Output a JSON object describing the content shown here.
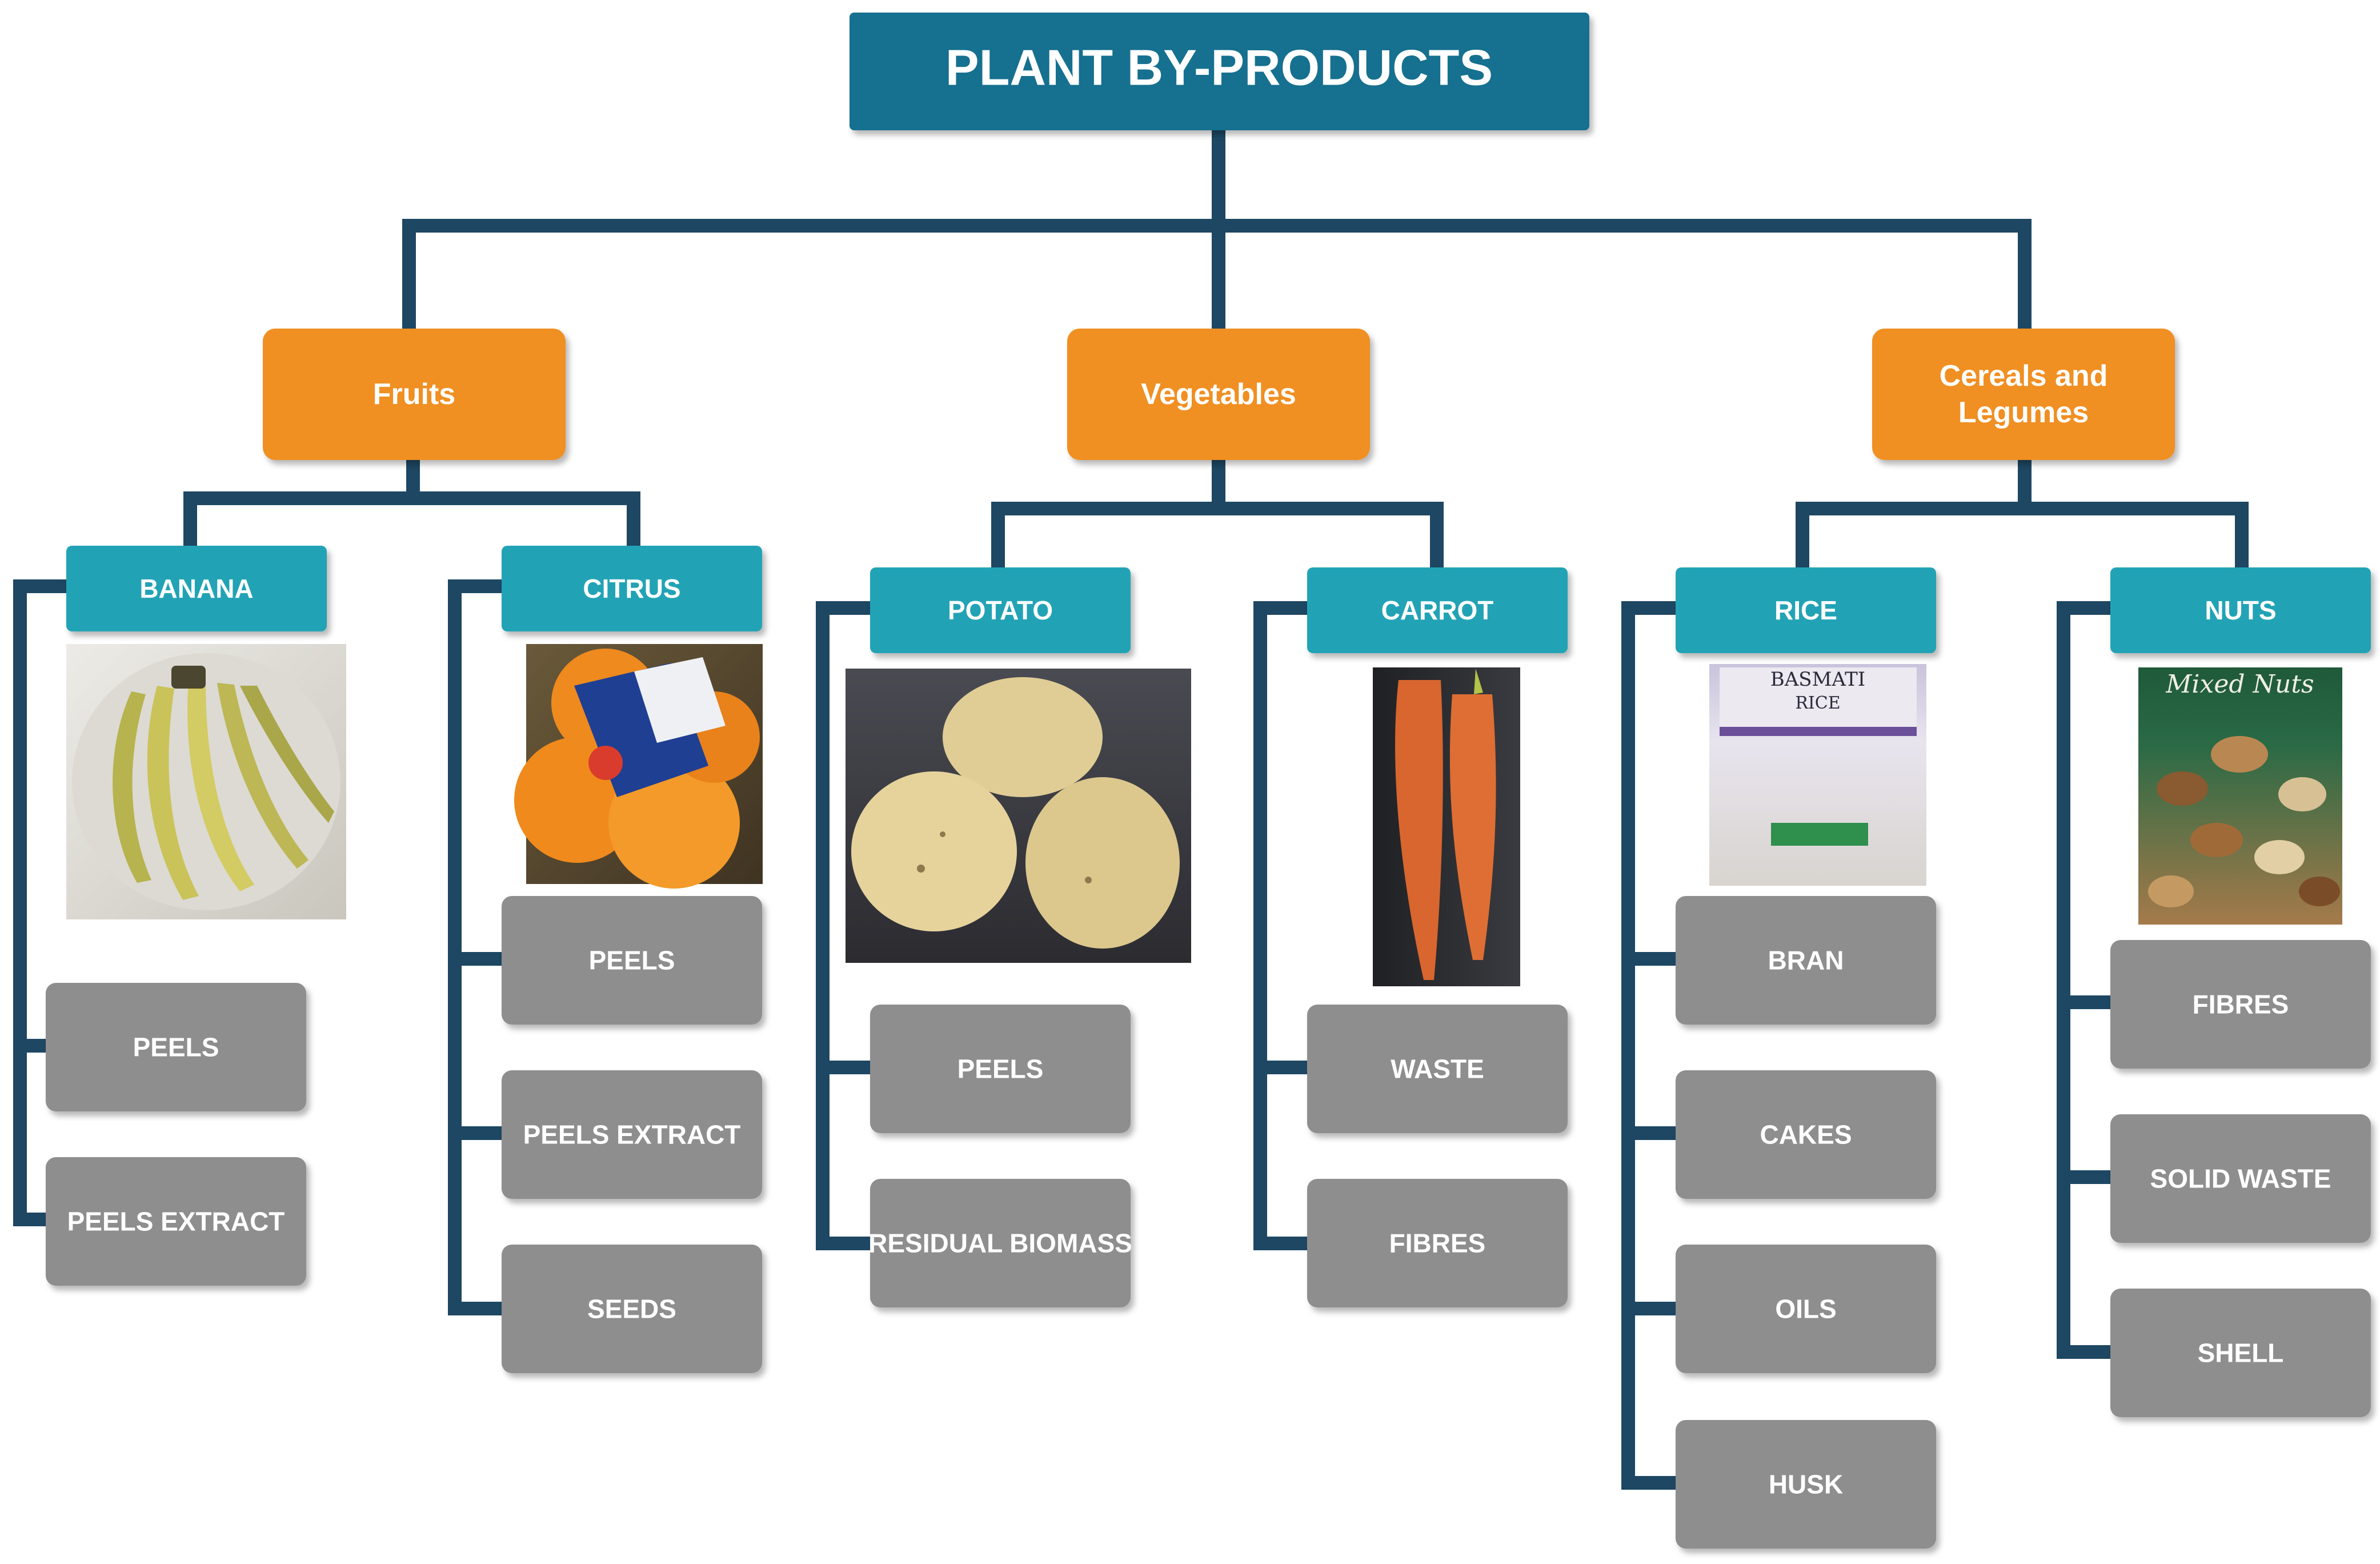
{
  "title": "PLANT BY-PRODUCTS",
  "colors": {
    "title_box": "#136f8f",
    "category_box": "#f08f22",
    "item_box": "#20a3b5",
    "byproduct_box": "#8e8e8e",
    "connector": "#1d4763"
  },
  "categories": [
    {
      "label_lines": [
        "Fruits"
      ],
      "items": [
        {
          "label": "BANANA",
          "photo": "banana-photo",
          "byproducts": [
            "PEELS",
            "PEELS EXTRACT"
          ]
        },
        {
          "label": "CITRUS",
          "photo": "citrus-photo",
          "byproducts": [
            "PEELS",
            "PEELS EXTRACT",
            "SEEDS"
          ]
        }
      ]
    },
    {
      "label_lines": [
        "Vegetables"
      ],
      "items": [
        {
          "label": "POTATO",
          "photo": "potato-photo",
          "byproducts": [
            "PEELS",
            "RESIDUAL BIOMASS"
          ]
        },
        {
          "label": "CARROT",
          "photo": "carrot-photo",
          "byproducts": [
            "WASTE",
            "FIBRES"
          ]
        }
      ]
    },
    {
      "label_lines": [
        "Cereals and",
        "Legumes"
      ],
      "items": [
        {
          "label": "RICE",
          "photo": "rice-bag-photo",
          "photo_text": [
            "BASMATI",
            "RICE"
          ],
          "byproducts": [
            "BRAN",
            "CAKES",
            "OILS",
            "HUSK"
          ]
        },
        {
          "label": "NUTS",
          "photo": "mixed-nuts-bag-photo",
          "photo_text": [
            "Mixed Nuts"
          ],
          "byproducts": [
            "FIBRES",
            "SOLID WASTE",
            "SHELL"
          ]
        }
      ]
    }
  ]
}
